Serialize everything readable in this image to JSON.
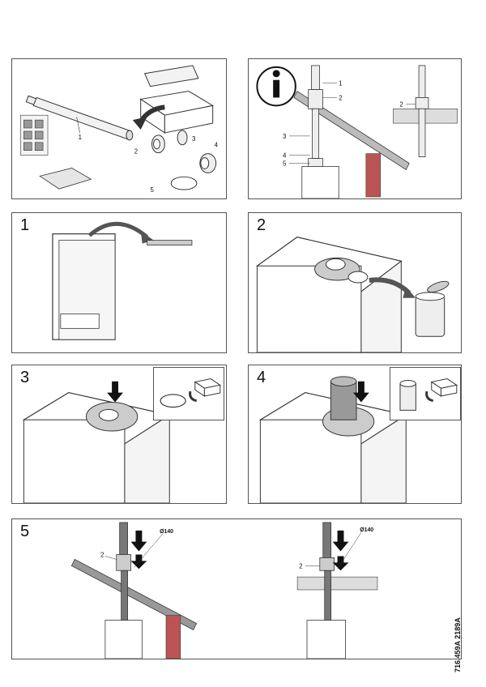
{
  "panels": {
    "parts": {
      "labels": [
        "1",
        "2",
        "3",
        "4",
        "5"
      ]
    },
    "info": {
      "labels_left": [
        "1",
        "2",
        "3",
        "4",
        "5"
      ],
      "label_right": "2"
    },
    "step1": {
      "number": "1"
    },
    "step2": {
      "number": "2"
    },
    "step3": {
      "number": "3"
    },
    "step4": {
      "number": "4"
    },
    "step5": {
      "number": "5",
      "left_label": "2",
      "left_diameter": "Ø140",
      "right_label": "2",
      "right_diameter": "Ø140"
    }
  },
  "doc_reference": "716.459A 2189A"
}
